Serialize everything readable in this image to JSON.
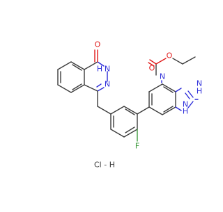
{
  "molecule": {
    "labels": {
      "ketone_o": "O",
      "nh_lactam": "N",
      "nh_lactam_h": "H",
      "n_ring": "N",
      "fluorine": "F",
      "n_imid_top": "N",
      "n_imid_bottom": "N",
      "nh_imid_h": "H",
      "n_carbamate": "N",
      "nh_carbamate_h": "H",
      "o_carbonyl": "O",
      "o_ester": "O"
    },
    "salt_label": "Cl - H"
  },
  "colors": {
    "bond": "#3c3c3c",
    "nitrogen": "#2b2bd9",
    "oxygen": "#e01a1a",
    "fluorine": "#3d9a3d",
    "background": "#ffffff"
  }
}
